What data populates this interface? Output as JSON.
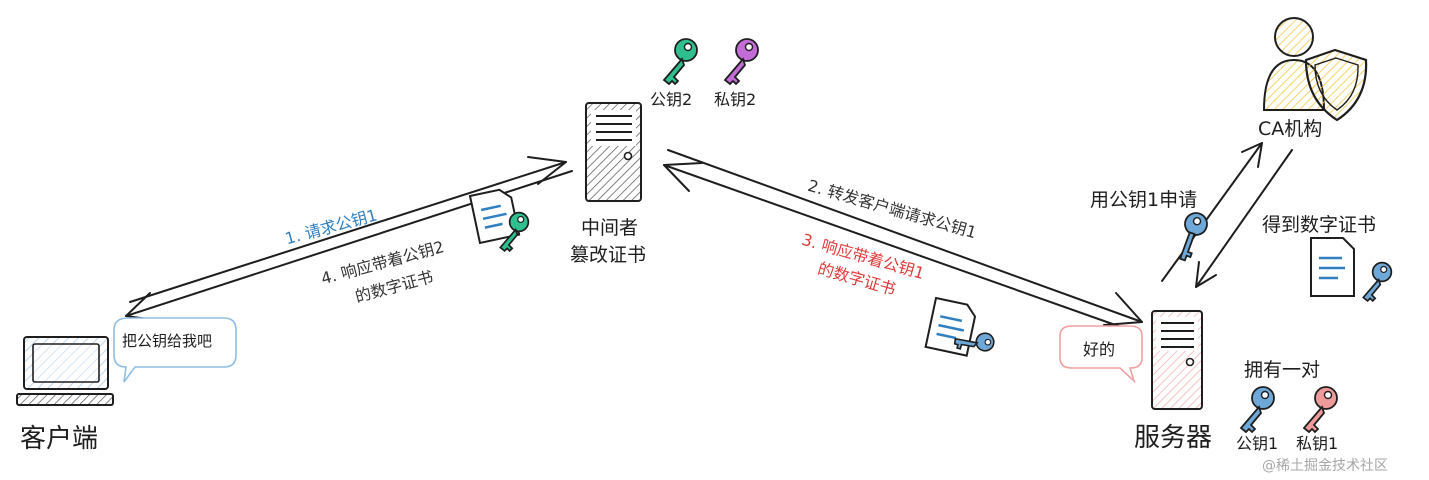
{
  "nodes": {
    "client": "客户端",
    "mitm_line1": "中间者",
    "mitm_line2": "篡改证书",
    "server": "服务器",
    "ca": "CA机构"
  },
  "bubbles": {
    "client": "把公钥给我吧",
    "server": "好的"
  },
  "keys": {
    "mitm_public": "公钥2",
    "mitm_private": "私钥2",
    "server_public": "公钥1",
    "server_private": "私钥1",
    "server_has_pair": "拥有一对"
  },
  "steps": {
    "s1": "1. 请求公钥1",
    "s2": "2. 转发客户端请求公钥1",
    "s3_line1": "3. 响应带着公钥1",
    "s3_line2": "的数字证书",
    "s4_line1": "4. 响应带着公钥2",
    "s4_line2": "的数字证书",
    "ca_apply": "用公钥1申请",
    "ca_get": "得到数字证书"
  },
  "colors": {
    "blue": "#2f7fc1",
    "red": "#e03b3b",
    "green_key": "#2fbf8f",
    "purple_key": "#c36bd6",
    "blue_key": "#6ea8d8",
    "pink_key": "#ef9a9a",
    "ca_yellow": "#f2c94c"
  },
  "watermark": "@稀土掘金技术社区"
}
